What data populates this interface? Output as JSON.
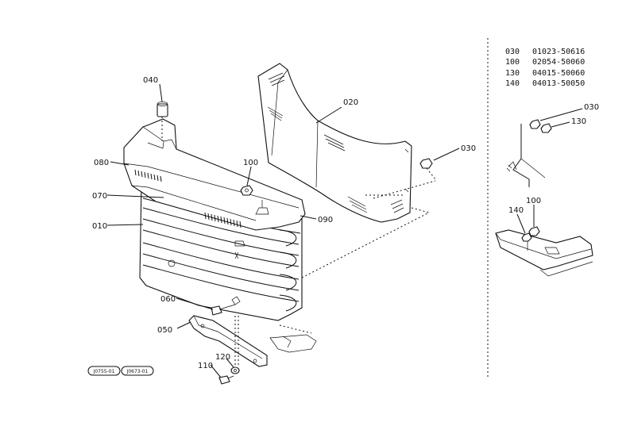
{
  "callouts": {
    "p040": "040",
    "p020": "020",
    "p030": "030",
    "p080": "080",
    "p100": "100",
    "p070": "070",
    "p090": "090",
    "p010": "010",
    "p060": "060",
    "p050": "050",
    "p110": "110",
    "p120": "120"
  },
  "detail_callouts": {
    "p030": "030",
    "p130": "130",
    "p100": "100",
    "p140": "140"
  },
  "parts_table": [
    {
      "ref": "030",
      "part_no": "01023-50616"
    },
    {
      "ref": "100",
      "part_no": "02054-50060"
    },
    {
      "ref": "130",
      "part_no": "04015-50060"
    },
    {
      "ref": "140",
      "part_no": "04013-50050"
    }
  ],
  "serial_tags": [
    "J0755-01",
    "J0673-01"
  ],
  "colors": {
    "ink": "#111111",
    "paper": "#ffffff"
  }
}
